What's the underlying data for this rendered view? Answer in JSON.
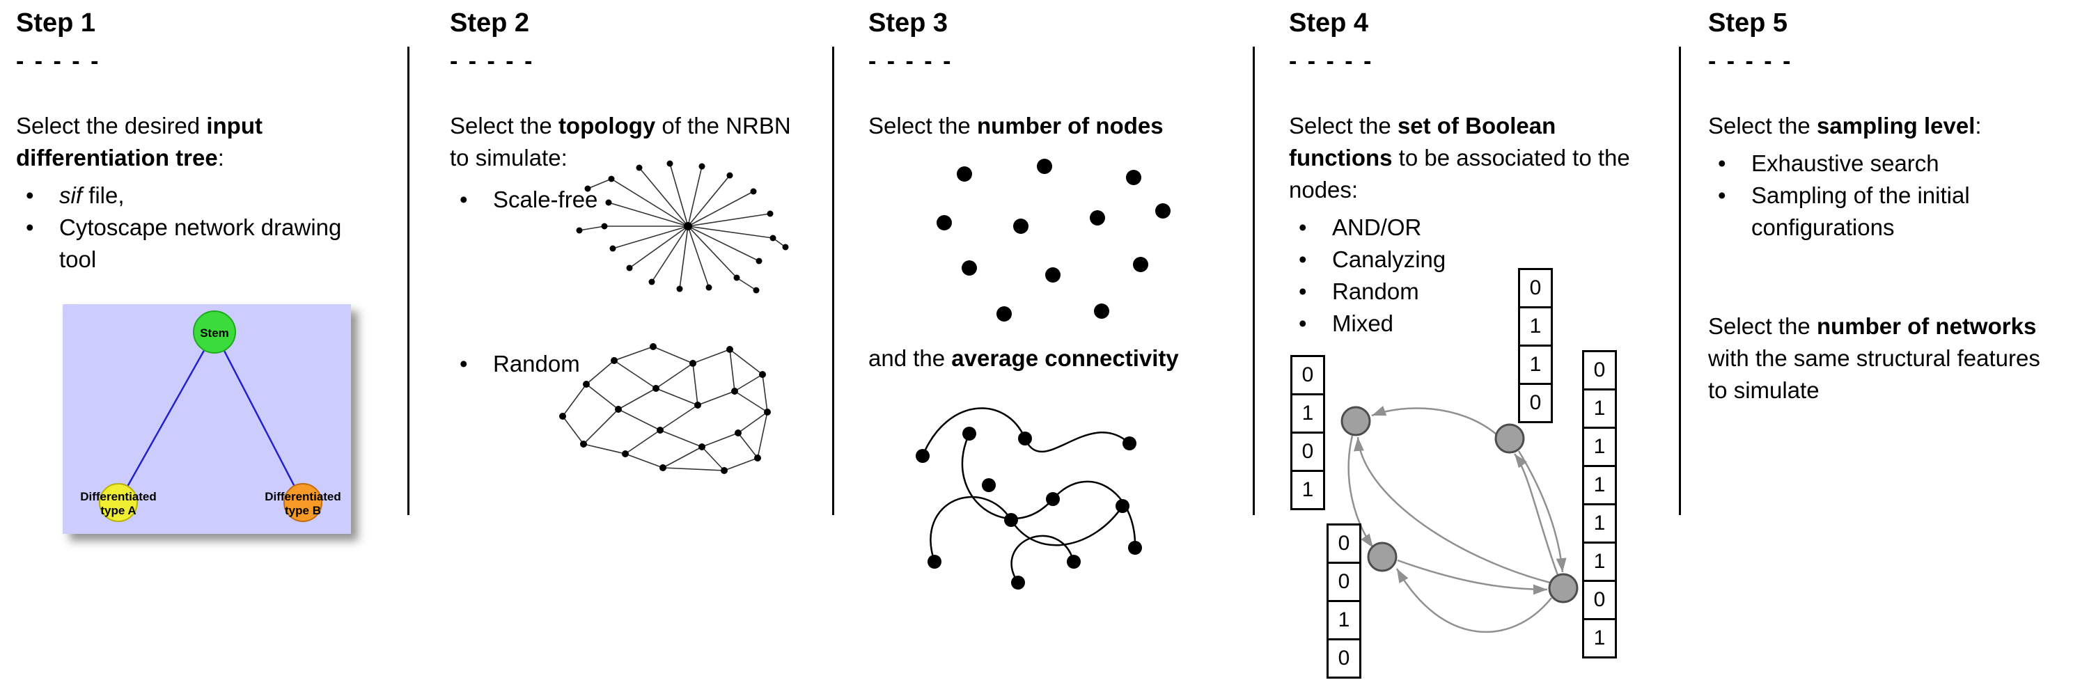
{
  "steps": [
    {
      "title": "Step 1",
      "dashes": "- - - - -",
      "intro": {
        "pre": "Select the desired ",
        "bold": "input differentiation tree",
        "post": ":"
      },
      "bullets": [
        {
          "italic": "sif",
          "text": " file,"
        },
        {
          "italic": "",
          "text": "Cytoscape network drawing tool"
        }
      ],
      "tree": {
        "background": "#ccccff",
        "edge_color": "#2222cc",
        "nodes": [
          {
            "label": "Stem",
            "color": "#3bdb3b"
          },
          {
            "label_line1": "Differentiated",
            "label_line2": "type A",
            "color": "#f0ee33"
          },
          {
            "label_line1": "Differentiated",
            "label_line2": "type B",
            "color": "#f79a28"
          }
        ]
      }
    },
    {
      "title": "Step 2",
      "dashes": "- - - - -",
      "intro": {
        "pre": "Select the ",
        "bold": "topology",
        "post": " of the NRBN to simulate:"
      },
      "bullets": [
        "Scale-free",
        "Random"
      ]
    },
    {
      "title": "Step 3",
      "dashes": "- - - - -",
      "line1": {
        "pre": "Select the ",
        "bold": "number of nodes",
        "post": ""
      },
      "line2": {
        "pre": "and the ",
        "bold": "average connectivity",
        "post": ""
      }
    },
    {
      "title": "Step 4",
      "dashes": "- - - - -",
      "intro": {
        "pre": "Select the ",
        "bold": "set of Boolean functions",
        "post": " to be associated to the nodes:"
      },
      "bullets": [
        "AND/OR",
        "Canalyzing",
        "Random",
        "Mixed"
      ],
      "tables": {
        "top": [
          "0",
          "1",
          "1",
          "0"
        ],
        "left": [
          "0",
          "1",
          "0",
          "1"
        ],
        "right": [
          "0",
          "1",
          "1",
          "1",
          "1",
          "1",
          "0",
          "1"
        ],
        "bottom_left": [
          "0",
          "0",
          "1",
          "0"
        ]
      },
      "node_color": "#a0a0a0",
      "arrow_color": "#909090"
    },
    {
      "title": "Step 5",
      "dashes": "- - - - -",
      "line1": {
        "pre": "Select the ",
        "bold": "sampling level",
        "post": ":"
      },
      "bullets": [
        "Exhaustive search",
        "Sampling of the initial configurations"
      ],
      "line2": {
        "pre": "Select the ",
        "bold": "number of networks",
        "post": " with the same structural features to simulate"
      }
    }
  ]
}
